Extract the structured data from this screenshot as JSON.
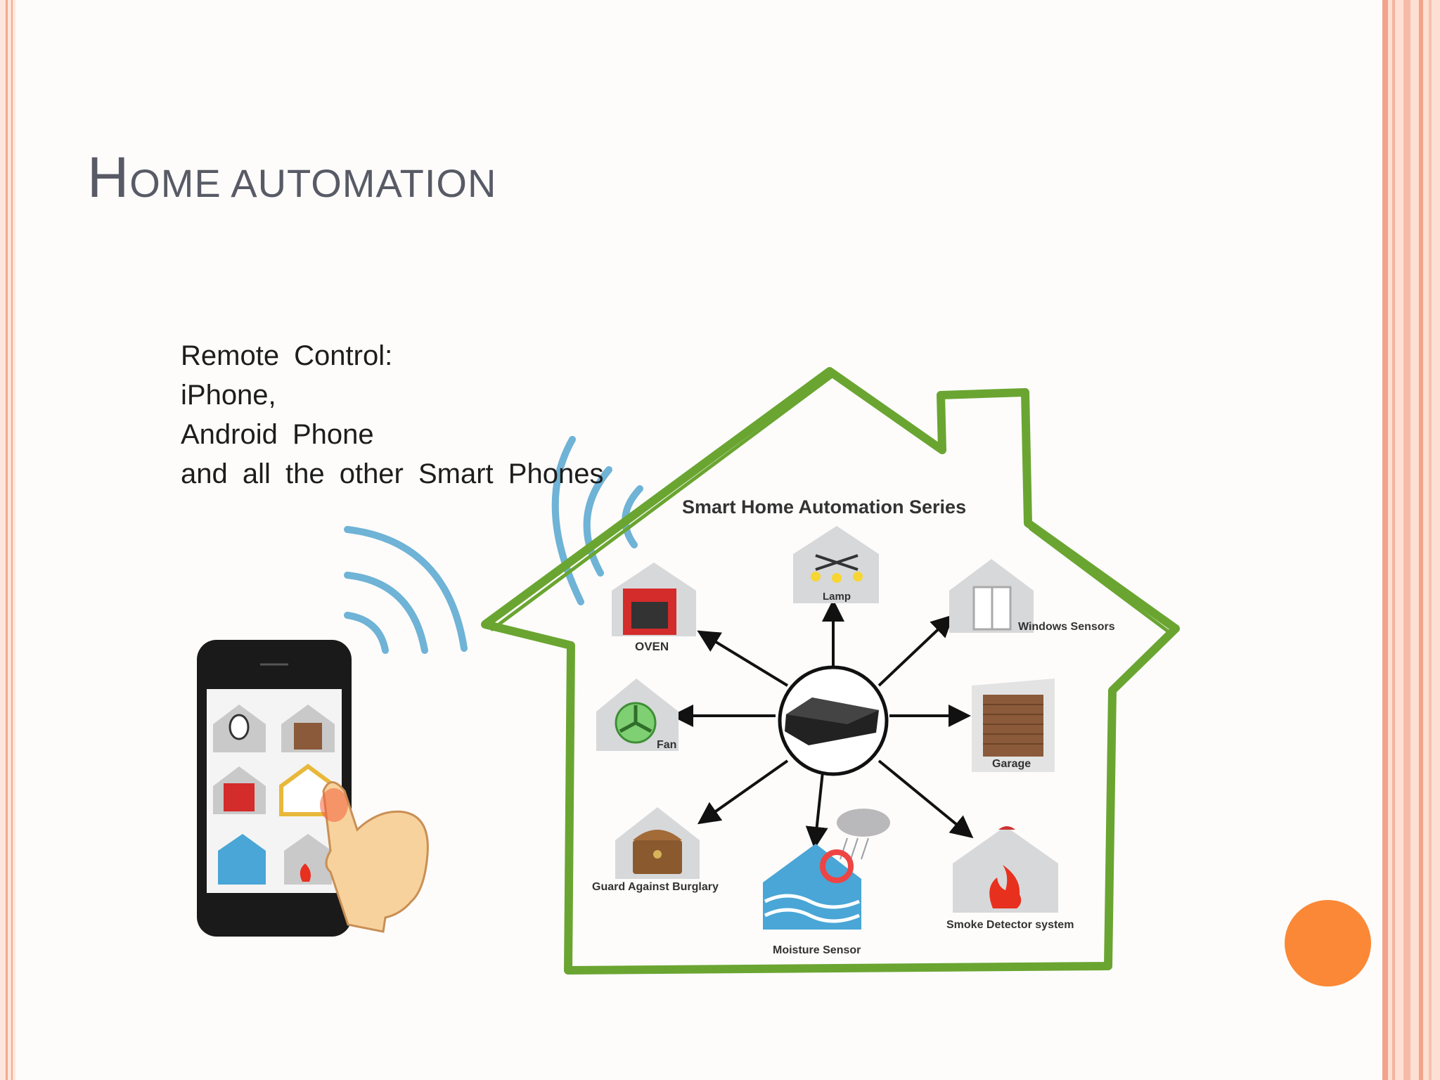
{
  "slide": {
    "title_first": "H",
    "title_rest": "OME AUTOMATION"
  },
  "remote_control": {
    "lines": [
      "Remote Control:",
      "iPhone,",
      "Android Phone",
      "and all the other Smart Phones"
    ]
  },
  "diagram": {
    "heading": "Smart Home Automation Series",
    "devices": {
      "oven": "OVEN",
      "lamp": "Lamp",
      "windows": "Windows Sensors",
      "fan": "Fan",
      "garage": "Garage",
      "burglary": "Guard Against Burglary",
      "moisture": "Moisture Sensor",
      "smoke": "Smoke Detector system"
    }
  },
  "colors": {
    "title": "#585b66",
    "house_outline": "#6aa531",
    "wifi": "#6fb3d6",
    "accent_dot": "#fb8836",
    "frame": "#f1a98f"
  }
}
